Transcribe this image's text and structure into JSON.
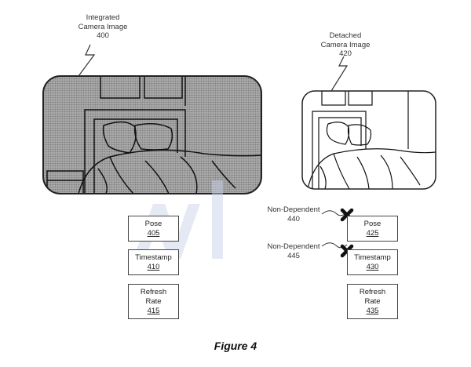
{
  "labels": {
    "integrated": [
      "Integrated",
      "Camera Image",
      "400"
    ],
    "detached": [
      "Detached",
      "Camera Image",
      "420"
    ],
    "nondep1": [
      "Non-Dependent",
      "440"
    ],
    "nondep2": [
      "Non-Dependent",
      "445"
    ]
  },
  "left_boxes": [
    {
      "text": [
        "Pose"
      ],
      "ref": "405"
    },
    {
      "text": [
        "Timestamp"
      ],
      "ref": "410"
    },
    {
      "text": [
        "Refresh",
        "Rate"
      ],
      "ref": "415"
    }
  ],
  "right_boxes": [
    {
      "text": [
        "Pose"
      ],
      "ref": "425"
    },
    {
      "text": [
        "Timestamp"
      ],
      "ref": "430"
    },
    {
      "text": [
        "Refresh",
        "Rate"
      ],
      "ref": "435"
    }
  ],
  "figure_caption": "Figure 4",
  "colors": {
    "integrated_fill": "#a3a3a3",
    "outline": "#222222",
    "watermark": "#c9d3ea",
    "x_mark": "#111111"
  }
}
